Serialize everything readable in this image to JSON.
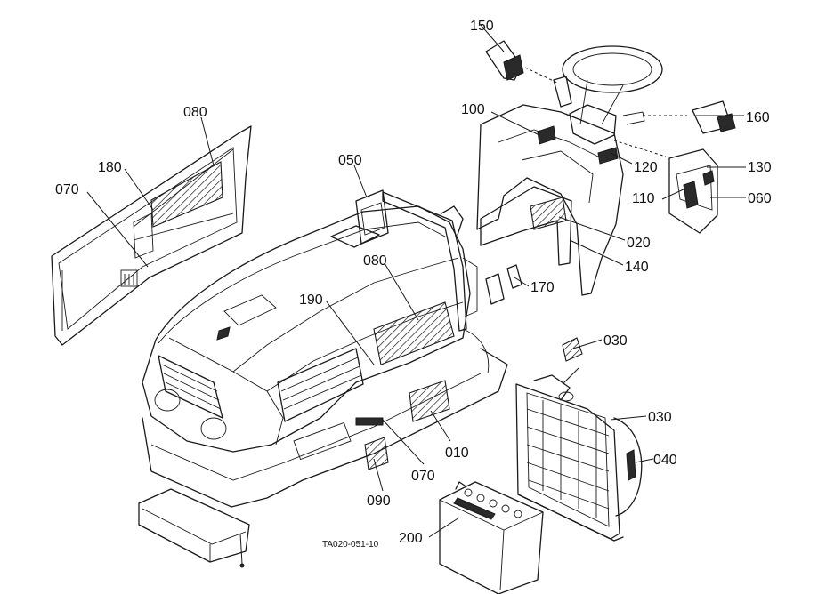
{
  "callouts": {
    "c150": "150",
    "c100": "100",
    "c160": "160",
    "c080_panel": "080",
    "c180": "180",
    "c070_panel": "070",
    "c050": "050",
    "c120": "120",
    "c130": "130",
    "c110": "110",
    "c060": "060",
    "c020": "020",
    "c140": "140",
    "c080_hood": "080",
    "c170": "170",
    "c190": "190",
    "c030_top": "030",
    "c030_mid": "030",
    "c040": "040",
    "c010": "010",
    "c070_front": "070",
    "c090": "090",
    "c200": "200"
  },
  "figure_ref": "TA020-051-10"
}
